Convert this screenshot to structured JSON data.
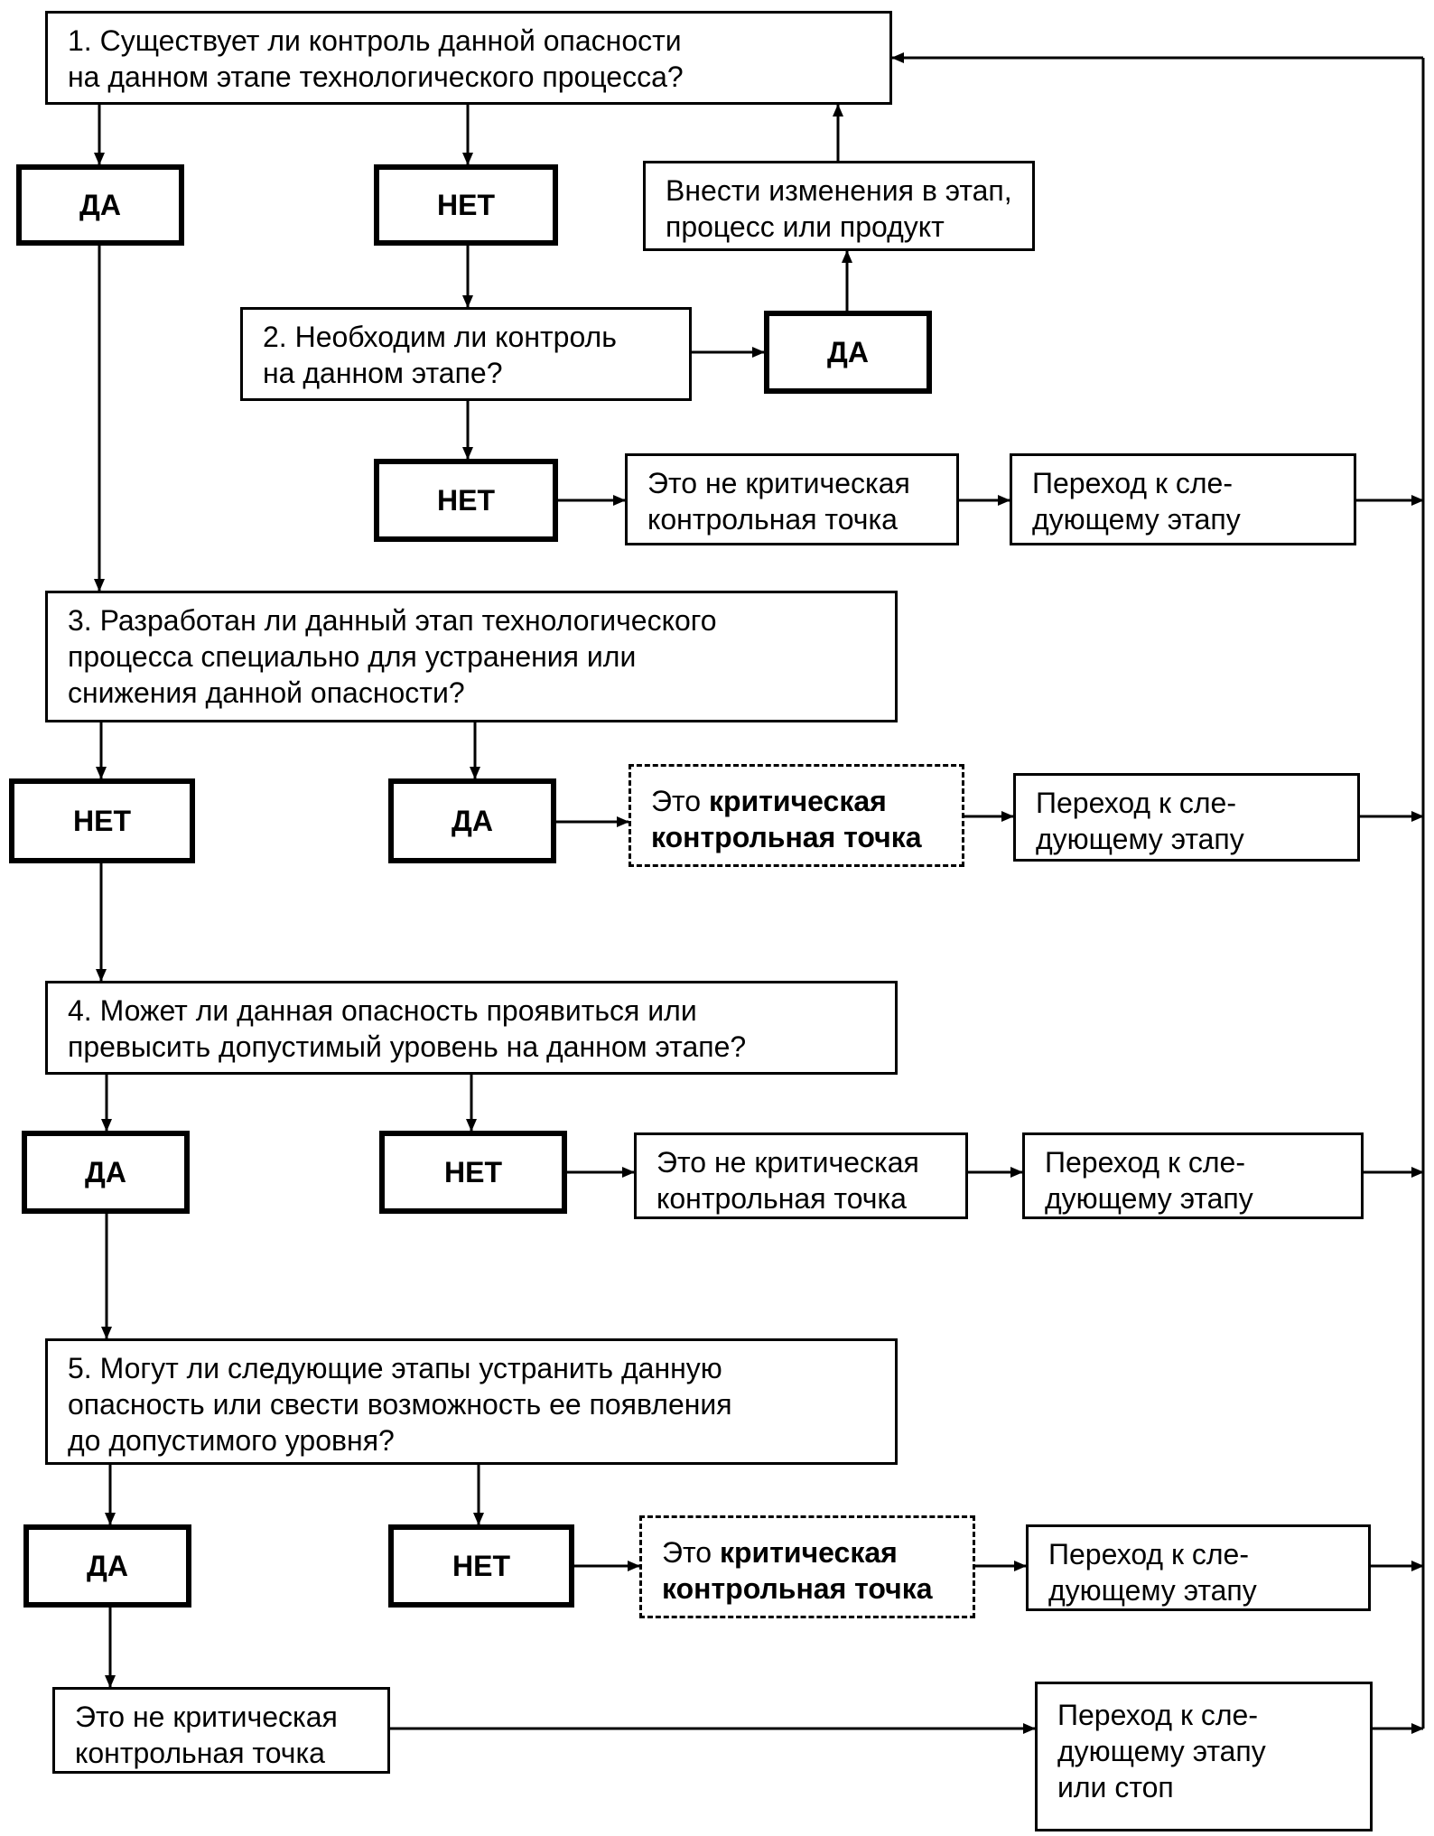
{
  "q1": [
    "1. Существует ли контроль данной опасности",
    "на данном этапе технологического процесса?"
  ],
  "q2": [
    "2. Необходим ли контроль",
    "на данном этапе?"
  ],
  "q3": [
    "3. Разработан ли данный этап технологического",
    "процесса специально для устранения или",
    "снижения данной опасности?"
  ],
  "q4": [
    "4. Может ли данная опасность проявиться или",
    "превысить допустимый уровень на данном этапе?"
  ],
  "q5": [
    "5. Могут ли следующие этапы устранить данную",
    "опасность или свести возможность ее появления",
    "до допустимого уровня?"
  ],
  "yes": "ДА",
  "no": "НЕТ",
  "modify": [
    "Внести изменения в этап,",
    "процесс или продукт"
  ],
  "not_ccp": [
    "Это не критическая",
    "контрольная точка"
  ],
  "ccp_prefix": "Это",
  "ccp_bold_1": "критическая",
  "ccp_bold_2": "контрольная точка",
  "next_step": [
    "Переход к сле-",
    "дующему этапу"
  ],
  "next_step_or_stop": [
    "Переход к сле-",
    "дующему этапу",
    "или стоп"
  ]
}
